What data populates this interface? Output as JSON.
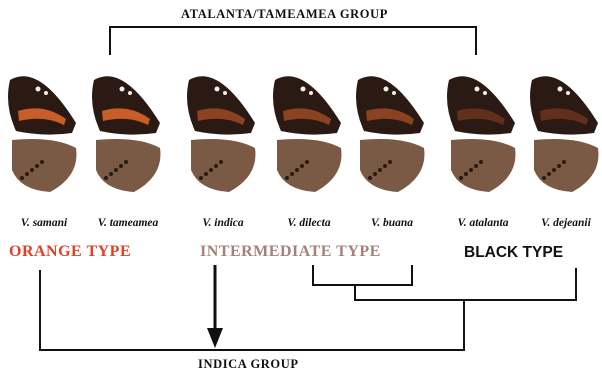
{
  "groups": {
    "top_label": "ATALANTA/TAMEAMEA GROUP",
    "bottom_label": "INDICA GROUP"
  },
  "species": [
    {
      "name": "V. samani",
      "type": "orange"
    },
    {
      "name": "V. tameamea",
      "type": "orange"
    },
    {
      "name": "V. indica",
      "type": "intermediate"
    },
    {
      "name": "V. dilecta",
      "type": "intermediate"
    },
    {
      "name": "V. buana",
      "type": "intermediate"
    },
    {
      "name": "V. atalanta",
      "type": "black"
    },
    {
      "name": "V. dejeanii",
      "type": "black"
    }
  ],
  "types": {
    "orange": "ORANGE TYPE",
    "intermediate": "INTERMEDIATE TYPE",
    "black": "BLACK TYPE"
  },
  "colors": {
    "orange_type": "#e0402a",
    "intermediate_type": "#a6807a",
    "black_type": "#111111",
    "wing_dark": "#2b1a14",
    "wing_orange": "#d9652a",
    "wing_underside": "#7a5a45"
  }
}
